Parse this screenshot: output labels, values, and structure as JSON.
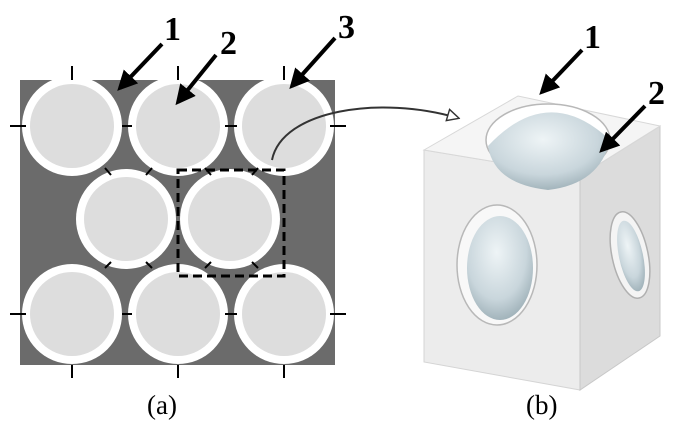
{
  "panel_a": {
    "caption": "(a)",
    "callouts": [
      {
        "label": "1",
        "points_to": "matrix"
      },
      {
        "label": "2",
        "points_to": "particle"
      },
      {
        "label": "3",
        "points_to": "interphase-layer"
      }
    ],
    "grid": {
      "rows": 3,
      "columns": 3,
      "middle_row_offset": "shifted-right"
    },
    "highlight": "unit-cell-dashed-box"
  },
  "panel_b": {
    "caption": "(b)",
    "callouts": [
      {
        "label": "1",
        "points_to": "cube-matrix"
      },
      {
        "label": "2",
        "points_to": "spherical-particle"
      }
    ]
  },
  "colors": {
    "matrix": "#6b6b6b",
    "particle": "#dddddd",
    "interphase": "#ffffff",
    "cube_face": "#ececec",
    "sphere": "#c9d6dc"
  }
}
